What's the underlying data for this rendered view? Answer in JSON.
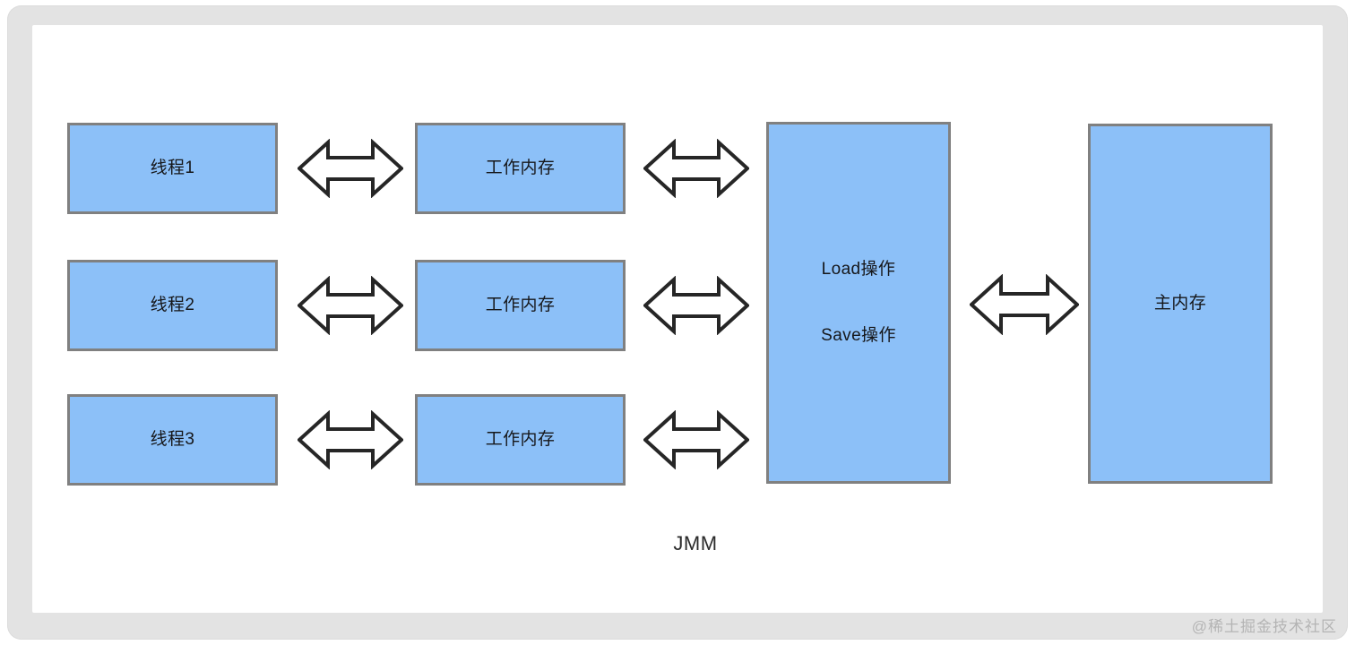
{
  "diagram": {
    "caption": "JMM",
    "watermark": "@稀土掘金技术社区",
    "colors": {
      "node_fill": "#8cc0f8",
      "node_border": "#808080",
      "arrow_stroke": "#262626",
      "arrow_fill": "#ffffff",
      "canvas": "#ffffff",
      "frame": "#e3e3e3"
    },
    "threads": [
      {
        "label": "线程1"
      },
      {
        "label": "线程2"
      },
      {
        "label": "线程3"
      }
    ],
    "working_memory": [
      {
        "label": "工作内存"
      },
      {
        "label": "工作内存"
      },
      {
        "label": "工作内存"
      }
    ],
    "operations": {
      "load_label": "Load操作",
      "save_label": "Save操作"
    },
    "main_memory": {
      "label": "主内存"
    },
    "arrows": {
      "thread_to_working": "double-headed-arrow",
      "working_to_ops": "double-headed-arrow",
      "ops_to_main": "double-headed-arrow"
    }
  }
}
